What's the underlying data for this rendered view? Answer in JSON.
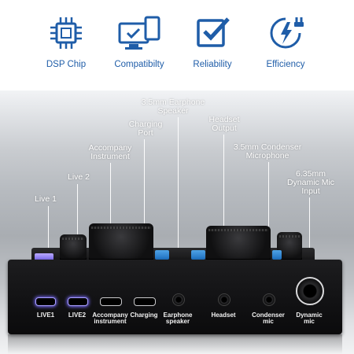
{
  "features": [
    {
      "icon": "chip-icon",
      "label": "DSP Chip"
    },
    {
      "icon": "computer-tablet-icon",
      "label": "Compatibilty"
    },
    {
      "icon": "checkbox-icon",
      "label": "Reliability"
    },
    {
      "icon": "power-plug-icon",
      "label": "Efficiency"
    }
  ],
  "callouts": {
    "live1": "Live 1",
    "live2": "Live 2",
    "accompany": "Accompany\nInstrument",
    "charging": "Charging\nPort",
    "earphone": "3.5mm Earphone\nSpeaker",
    "headset": "Headset\nOutput",
    "condenser": "3.5mm Condenser\nMicrophone",
    "dynamic": "6.35mm\nDynamic Mic\nInput"
  },
  "ports": {
    "live1": "LIVE1",
    "live2": "LIVE2",
    "accompany": "Accompany\ninstrument",
    "charging": "Charging",
    "earphone": "Earphone\nspeaker",
    "headset": "Headset",
    "condenser": "Condenser\nmic",
    "dynamic": "Dynamic\nmic"
  },
  "colors": {
    "accent_blue": "#1f5da8",
    "port_glow": "#7b6cff"
  }
}
